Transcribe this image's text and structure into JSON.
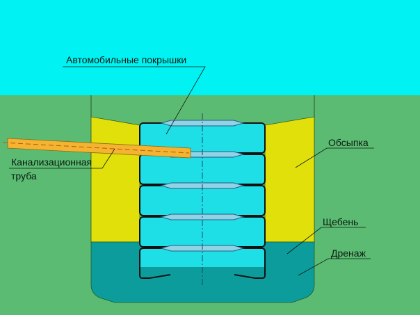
{
  "labels": {
    "tires": "Автомобильные покрышки",
    "pipe_line1": "Канализационная",
    "pipe_line2": "труба",
    "backfill": "Обсыпка",
    "gravel": "Щебень",
    "drainage": "Дренаж"
  },
  "colors": {
    "sky": "#00f2f2",
    "ground": "#5cbb72",
    "backfill": "#e2e00a",
    "drainage": "#0c9c9c",
    "tire": "#1fdfe6",
    "pipe": "#f4b330"
  }
}
